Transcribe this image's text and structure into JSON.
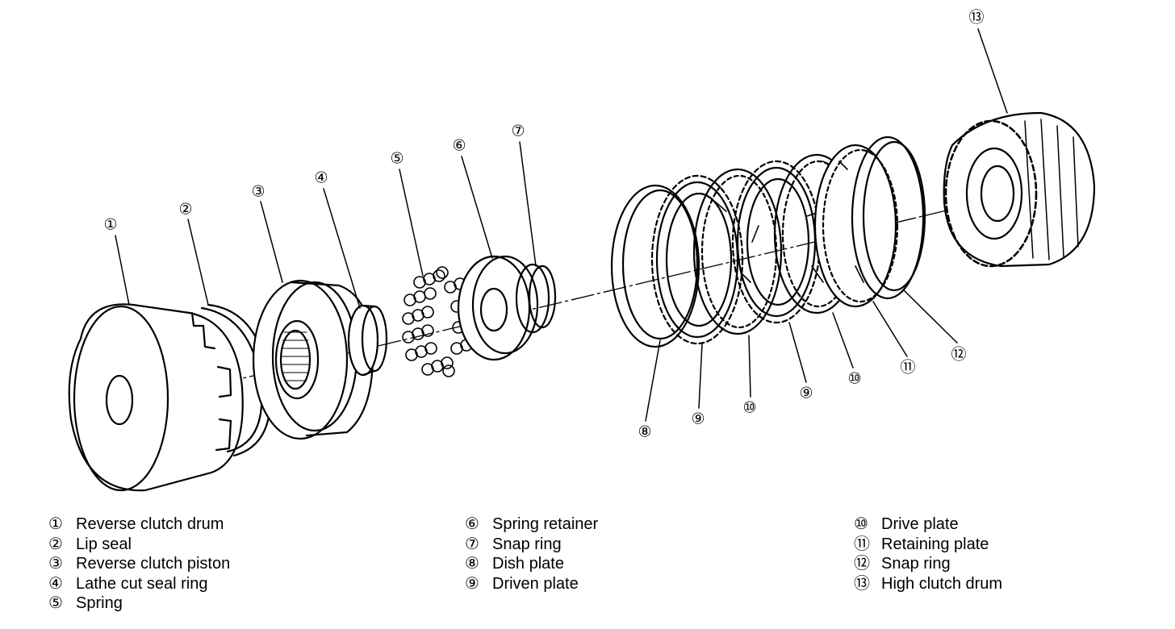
{
  "callouts": {
    "c1": "①",
    "c2": "②",
    "c3": "③",
    "c4": "④",
    "c5": "⑤",
    "c6": "⑥",
    "c7": "⑦",
    "c8": "⑧",
    "c9a": "⑨",
    "c9b": "⑨",
    "c10a": "⑩",
    "c10b": "⑩",
    "c11": "⑪",
    "c12": "⑫",
    "c13": "⑬"
  },
  "legend": {
    "col1": [
      {
        "num": "①",
        "label": "Reverse clutch drum"
      },
      {
        "num": "②",
        "label": "Lip seal"
      },
      {
        "num": "③",
        "label": "Reverse clutch piston"
      },
      {
        "num": "④",
        "label": "Lathe cut seal ring"
      },
      {
        "num": "⑤",
        "label": "Spring"
      }
    ],
    "col2": [
      {
        "num": "⑥",
        "label": "Spring retainer"
      },
      {
        "num": "⑦",
        "label": "Snap ring"
      },
      {
        "num": "⑧",
        "label": "Dish plate"
      },
      {
        "num": "⑨",
        "label": "Driven plate"
      }
    ],
    "col3": [
      {
        "num": "⑩",
        "label": "Drive plate"
      },
      {
        "num": "⑪",
        "label": "Retaining plate"
      },
      {
        "num": "⑫",
        "label": "Snap ring"
      },
      {
        "num": "⑬",
        "label": "High clutch drum"
      }
    ]
  }
}
